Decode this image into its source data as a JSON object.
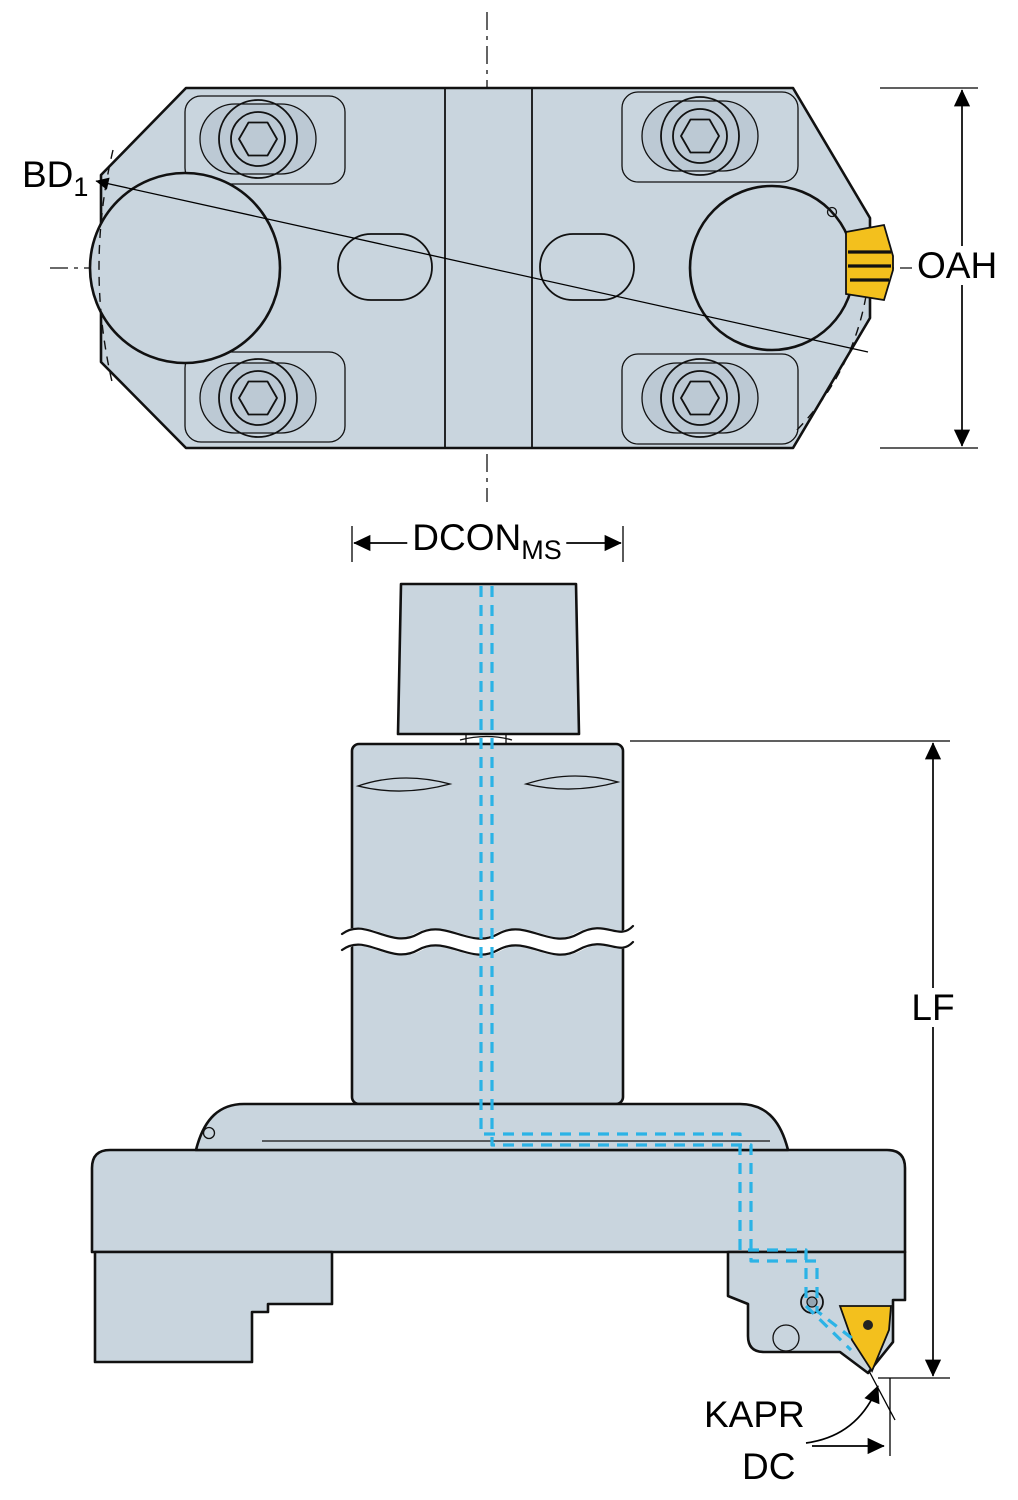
{
  "title": "Tool holder dimensional drawing",
  "labels": {
    "bd1": {
      "text": "BD",
      "sub": "1"
    },
    "oah": {
      "text": "OAH"
    },
    "dcon": {
      "text": "DCON",
      "sub": "MS"
    },
    "lf": {
      "text": "LF"
    },
    "kapr": {
      "text": "KAPR"
    },
    "dc": {
      "text": "DC"
    }
  },
  "colors": {
    "body": "#c9d5de",
    "body_dark": "#bcc9d4",
    "body_darker": "#aebcc8",
    "outline": "#111111",
    "insert": "#f3c01d",
    "coolant": "#2bb3e6",
    "background": "#ffffff"
  }
}
